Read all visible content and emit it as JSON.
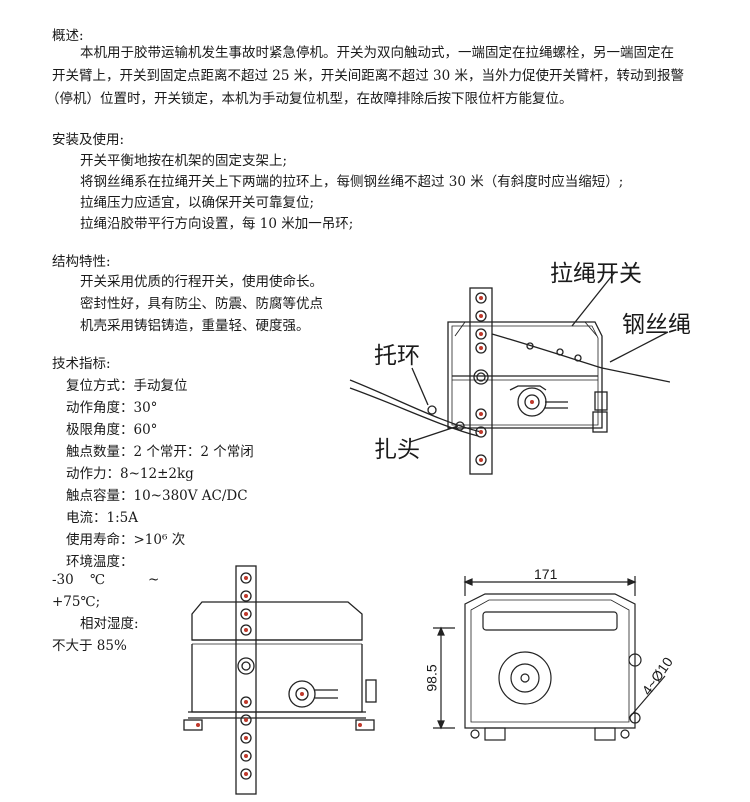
{
  "overview": {
    "heading": "概述:",
    "line1": "本机用于胶带运输机发生事故时紧急停机。开关为双向触动式，一端固定在拉绳螺栓，另一端固定在",
    "line2": "开关臂上，开关到固定点距离不超过 25 米，开关间距离不超过 30 米，当外力促使开关臂杆，转动到报警",
    "line3": "（停机）位置时，开关锁定，本机为手动复位机型，在故障排除后按下限位杆方能复位。"
  },
  "install": {
    "heading": "安装及使用:",
    "items": [
      "开关平衡地按在机架的固定支架上;",
      "将钢丝绳系在拉绳开关上下两端的拉环上，每侧钢丝绳不超过 30 米（有斜度时应当缩短）;",
      "拉绳压力应适宜，以确保开关可靠复位;",
      "拉绳沿胶带平行方向设置，每 10 米加一吊环;"
    ]
  },
  "structure": {
    "heading": "结构特性:",
    "items": [
      "开关采用优质的行程开关，使用使命长。",
      "密封性好，具有防尘、防震、防腐等优点",
      "机壳采用铸铝铸造，重量轻、硬度强。"
    ]
  },
  "specs": {
    "heading": "技术指标:",
    "items": [
      "复位方式：手动复位",
      "动作角度：30°",
      "极限角度：60°",
      "触点数量：2 个常开：2 个常闭",
      "动作力：8~12±2kg",
      "触点容量：10~380V AC/DC",
      "电流：1:5A",
      "使用寿命：>10⁶ 次",
      "环境温度："
    ],
    "temp_line1_a": "-30",
    "temp_line1_b": "℃",
    "temp_line1_c": "~",
    "temp_line2": "+75℃;",
    "humidity_label": "相对湿度:",
    "humidity_value": "不大于 85%"
  },
  "diagram": {
    "label_switch": "拉绳开关",
    "label_wire": "钢丝绳",
    "label_ring": "托环",
    "label_clamp": "扎头",
    "dim_width": "171",
    "dim_height": "98.5",
    "dim_holes": "4~Ø10"
  }
}
